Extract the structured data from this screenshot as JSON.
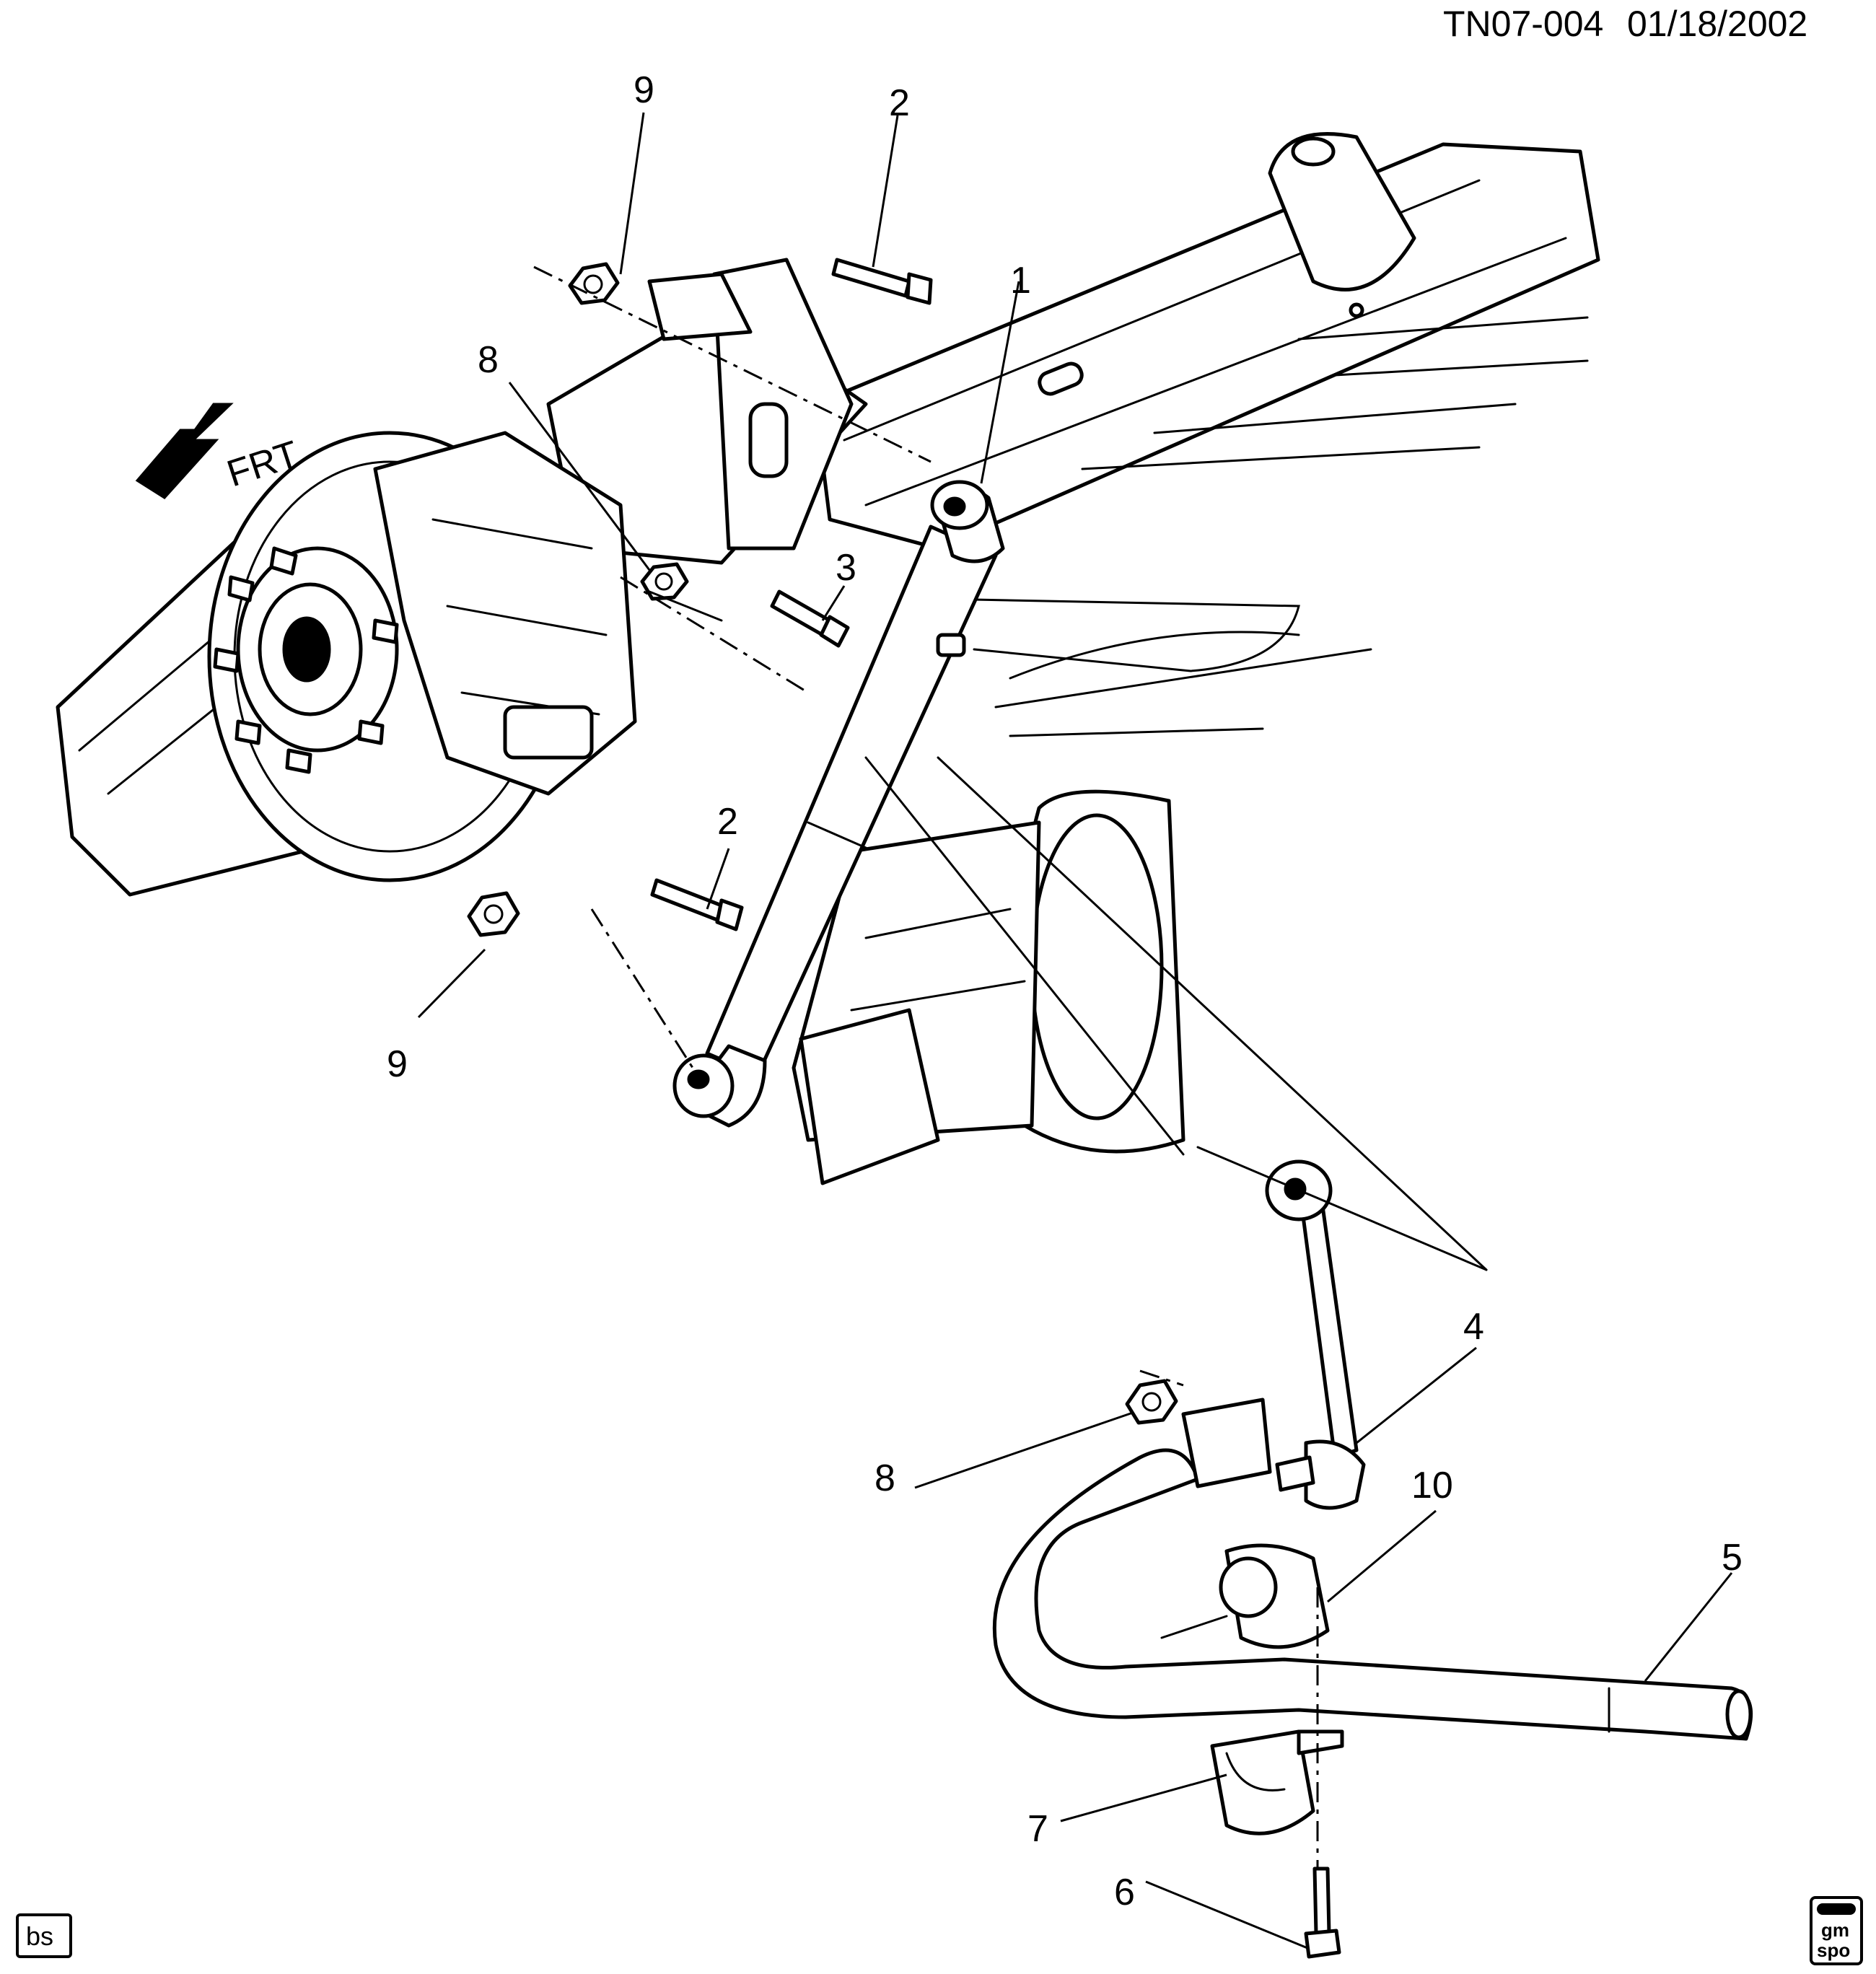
{
  "header": {
    "doc_id": "TN07-004",
    "date": "01/18/2002"
  },
  "orientation": {
    "label": "FRT"
  },
  "callouts": [
    "1",
    "2",
    "2",
    "3",
    "4",
    "5",
    "6",
    "7",
    "8",
    "8",
    "9",
    "9",
    "10"
  ],
  "footer": {
    "left_tag": "bs",
    "logo_text": [
      "gm",
      "spo"
    ]
  }
}
